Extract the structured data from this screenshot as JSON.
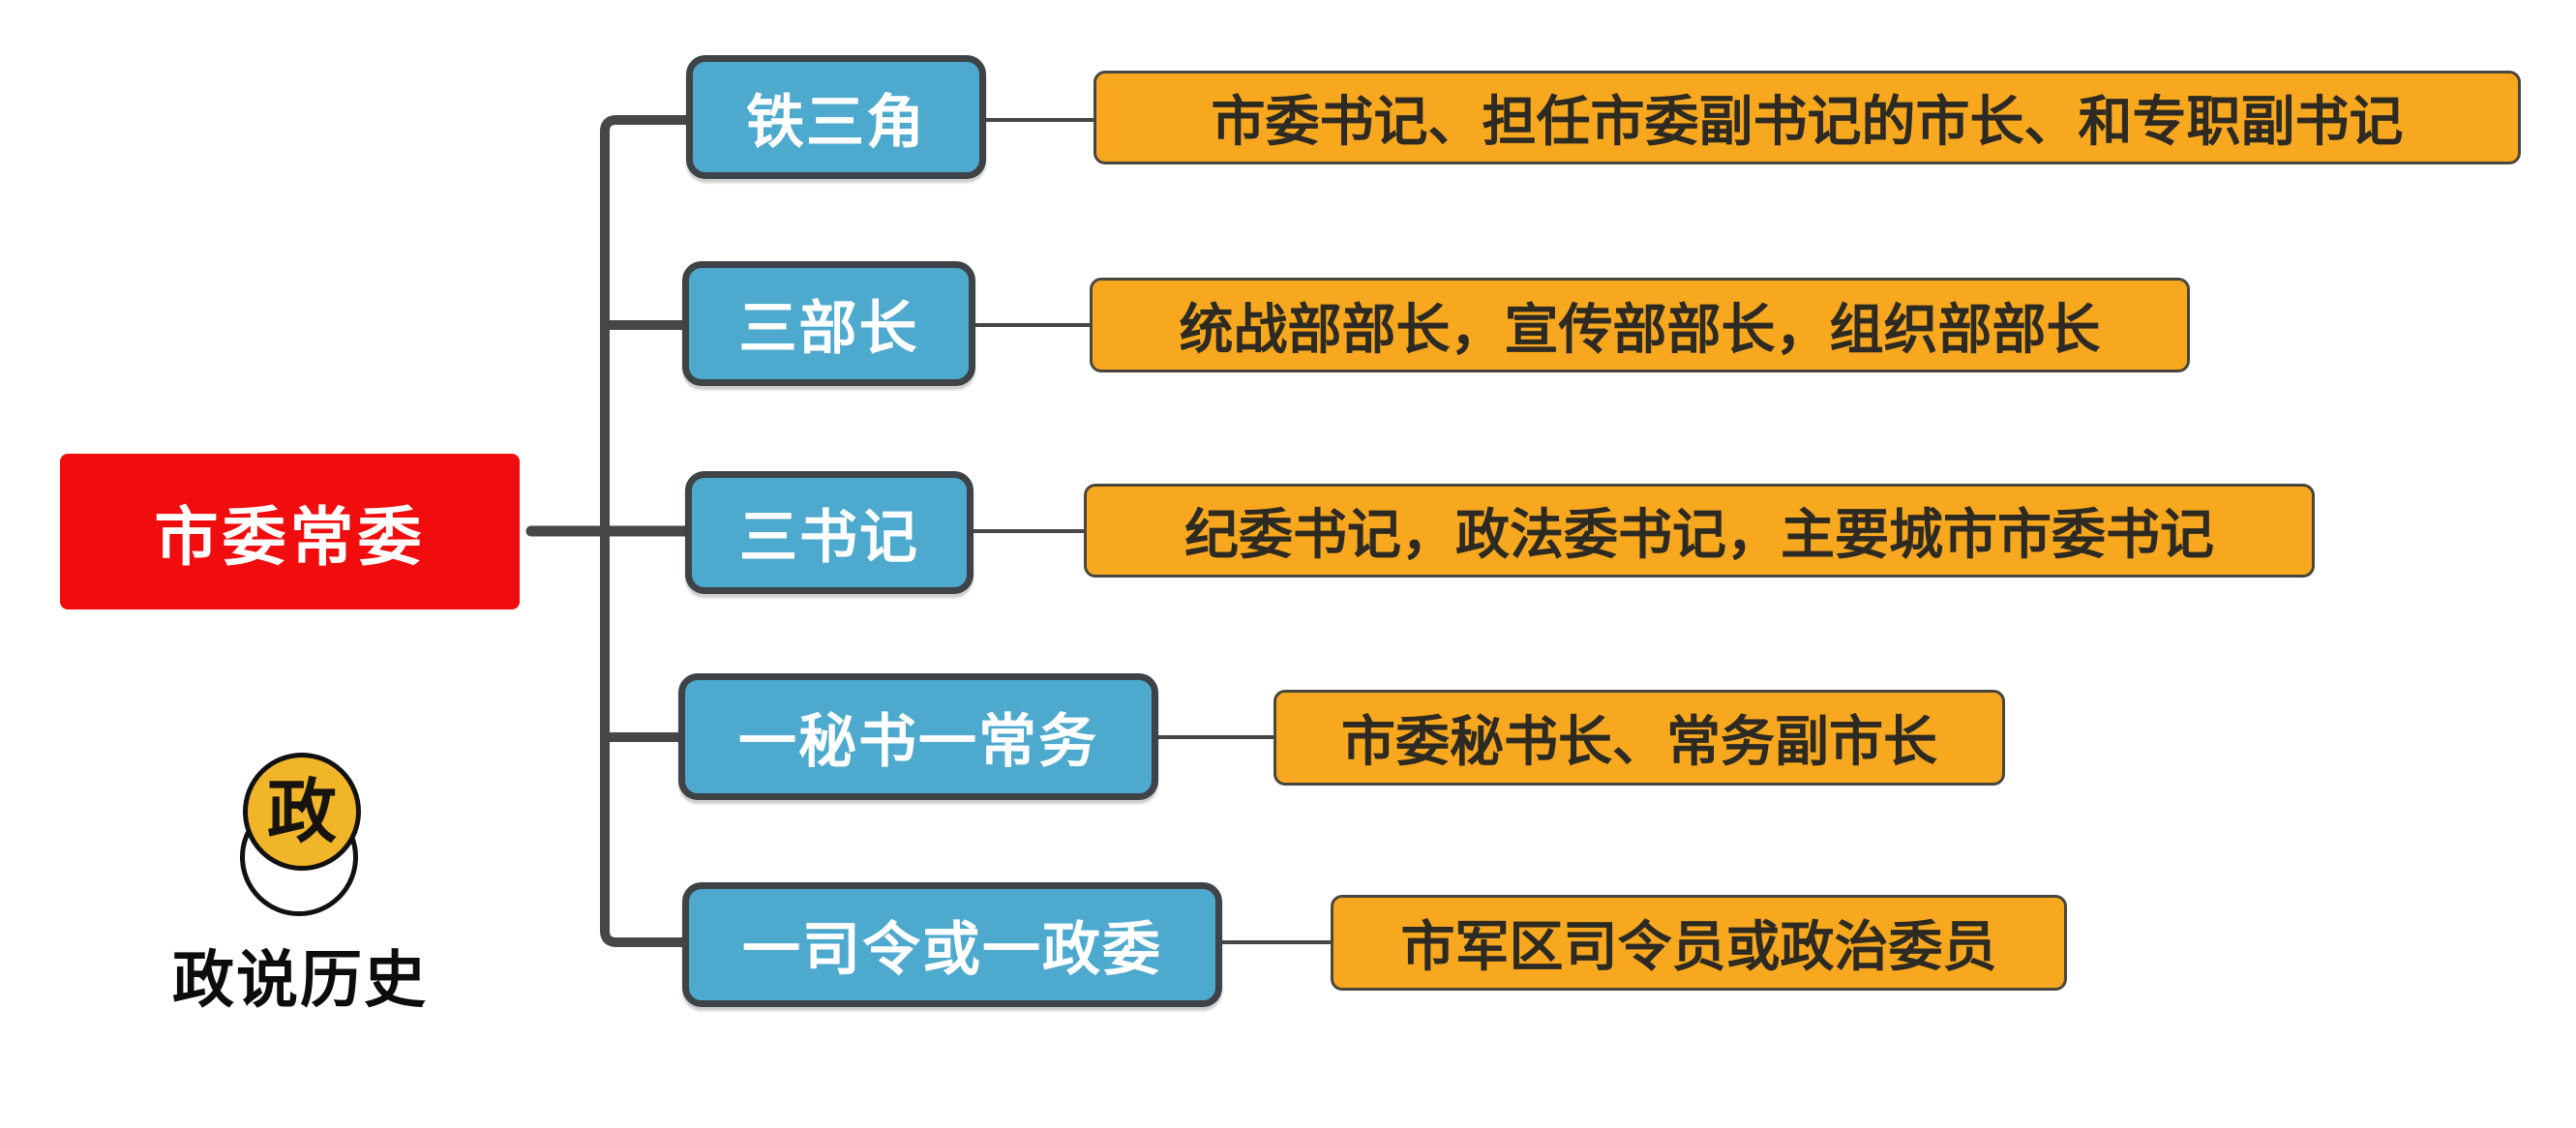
{
  "root": {
    "label": "市委常委"
  },
  "rows": [
    {
      "branch": "铁三角",
      "detail": "市委书记、担任市委副书记的市长、和专职副书记"
    },
    {
      "branch": "三部长",
      "detail": "统战部部长，宣传部部长，组织部部长"
    },
    {
      "branch": "三书记",
      "detail": "纪委书记，政法委书记，主要城市市委书记"
    },
    {
      "branch": "一秘书一常务",
      "detail": "市委秘书长、常务副市长"
    },
    {
      "branch": "一司令或一政委",
      "detail": "市军区司令员或政治委员"
    }
  ],
  "logo": {
    "badge_char": "政",
    "name": "政说历史"
  },
  "colors": {
    "root_bg": "#F10D0D",
    "branch_bg": "#4DA9CD",
    "branch_border": "#3E4347",
    "detail_bg": "#F7A81E",
    "detail_text": "#2D2A23",
    "line": "#474747",
    "logo_badge_bg": "#F0B528"
  }
}
